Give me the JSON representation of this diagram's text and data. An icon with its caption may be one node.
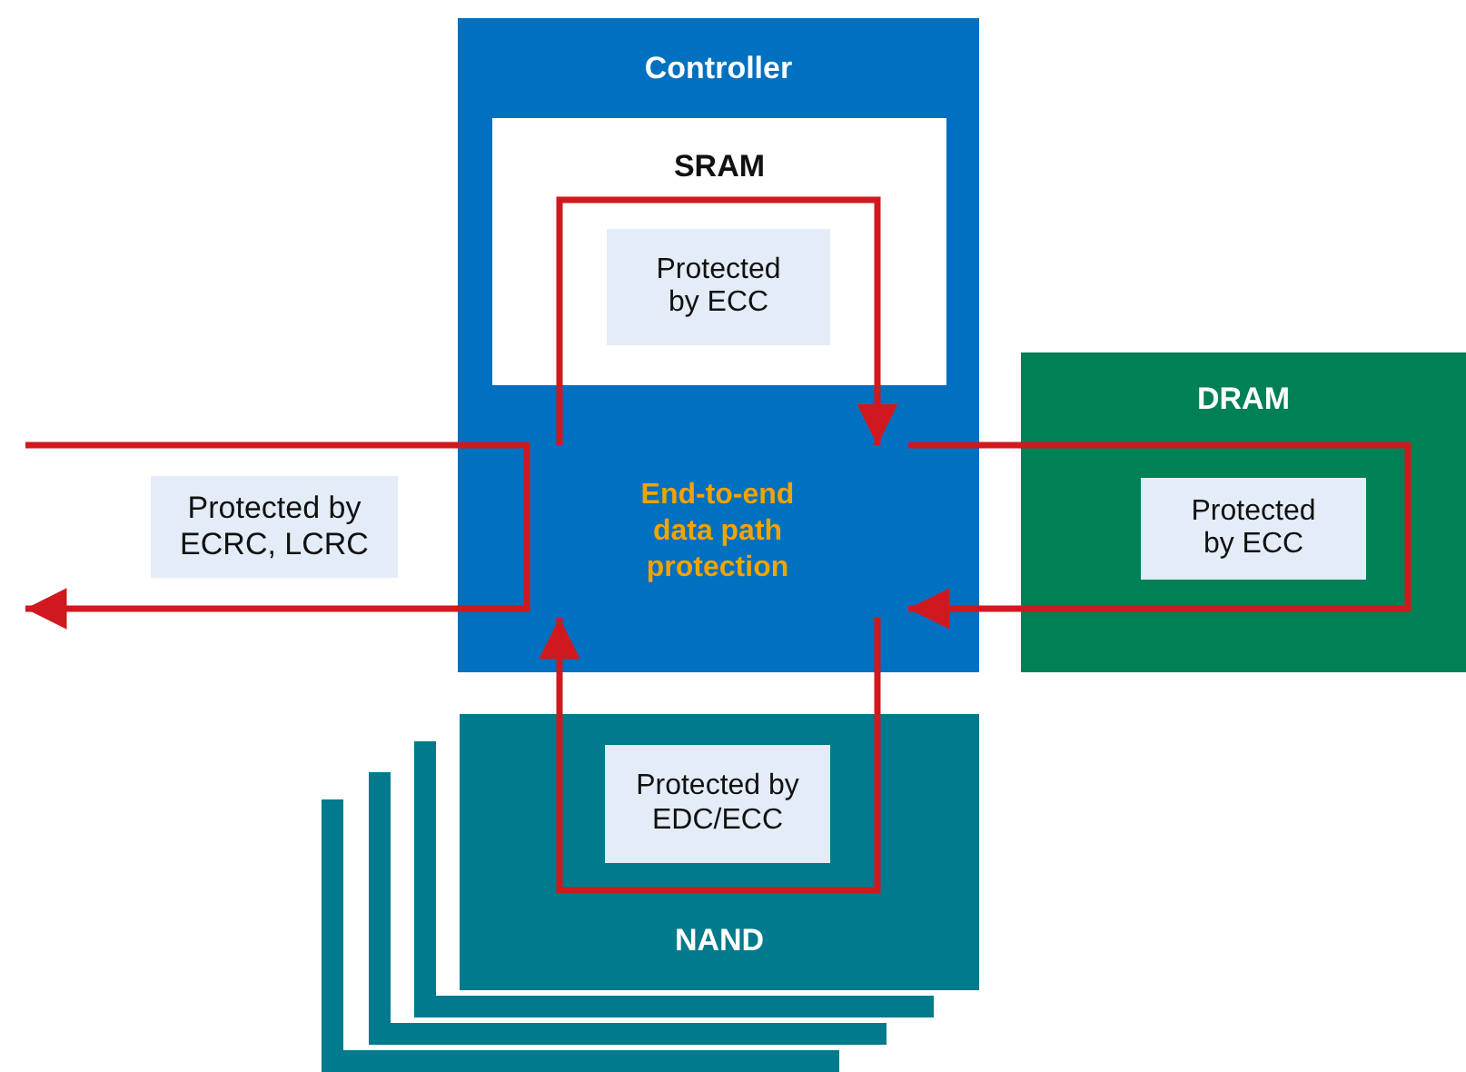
{
  "diagram": {
    "nodes": [
      {
        "text": [
          "Controller"
        ]
      },
      {
        "text": [
          "SRAM"
        ],
        "in": 0
      },
      {
        "text": [
          "Protected by ECC"
        ],
        "in": 1
      },
      {
        "text": [
          "End-to-end data path protection"
        ],
        "in": 0
      },
      {
        "text": [
          "DRAM"
        ]
      },
      {
        "text": [
          "Protected by ECC"
        ],
        "in": 4
      },
      {
        "text": [
          "NAND"
        ]
      },
      {
        "text": [
          "Protected by EDC/ECC"
        ],
        "in": 6
      },
      {
        "text": [
          "Protected by ECRC, LCRC"
        ]
      }
    ],
    "edges": [
      {
        "from": null,
        "to": 3,
        "arrow": "none"
      },
      {
        "from": 3,
        "to": null,
        "arrow": "to"
      },
      {
        "from": 3,
        "to": 1,
        "arrow": "none"
      },
      {
        "from": 1,
        "to": 3,
        "arrow": "to"
      },
      {
        "from": 3,
        "to": 4,
        "arrow": "none"
      },
      {
        "from": 4,
        "to": 3,
        "arrow": "to"
      },
      {
        "from": 3,
        "to": 6,
        "arrow": "none"
      },
      {
        "from": 6,
        "to": 3,
        "arrow": "to"
      }
    ]
  }
}
